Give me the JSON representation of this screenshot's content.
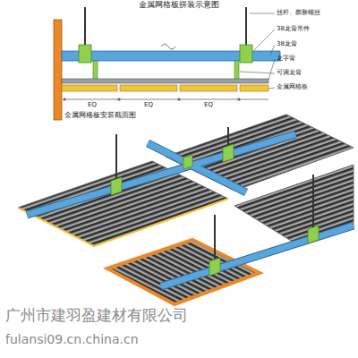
{
  "diagram": {
    "title": "金属网格板拼装示意图",
    "labels": [
      "丝杆、膨胀螺丝",
      "38龙骨吊件",
      "38龙骨",
      "龙字骨",
      "可调龙骨",
      "金属网格板",
      "EQ",
      "EQ",
      "EQ",
      "金属网格板安装截面图",
      "广州市建羽盈建材有限公司",
      "fulansi09.cn.china.cn"
    ]
  }
}
